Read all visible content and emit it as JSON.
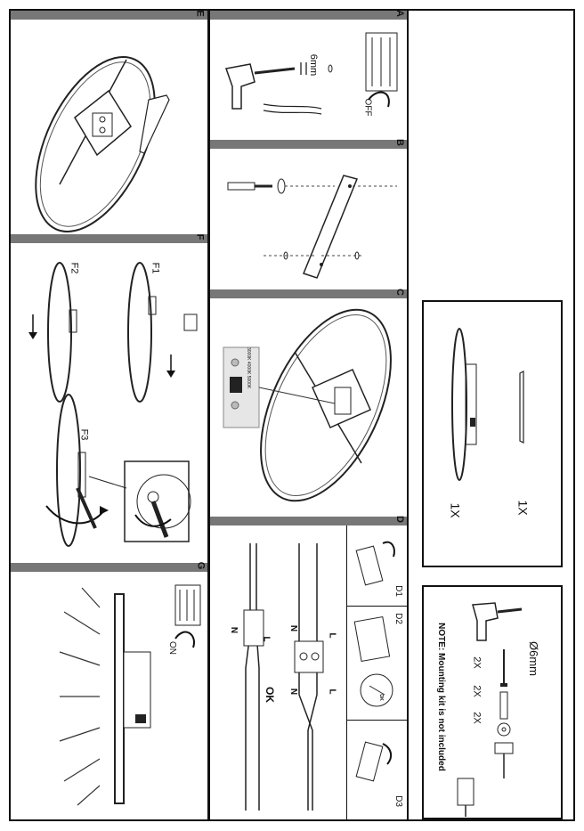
{
  "panels": {
    "A": {
      "letter": "A",
      "mm": "6mm",
      "off": "OFF"
    },
    "B": {
      "letter": "B"
    },
    "C": {
      "letter": "C",
      "label": "3000K 4000K 5000K"
    },
    "D": {
      "letter": "D",
      "d1": "D1",
      "d2": "D2",
      "d3": "D3",
      "ok": "OK",
      "n": "N",
      "l": "L",
      "ok_small": "OK"
    },
    "E": {
      "letter": "E"
    },
    "F": {
      "letter": "F",
      "f1": "F1",
      "f2": "F2",
      "f3": "F3"
    },
    "G": {
      "letter": "G",
      "on": "ON"
    }
  },
  "contents": {
    "qty_light": "1X",
    "qty_bracket": "1X"
  },
  "kit": {
    "mm": "Ø6mm",
    "screws_qty": "2X",
    "anchors_qty": "2X",
    "washers_qty": "2X",
    "note": "NOTE: Mounting kit is not included"
  }
}
